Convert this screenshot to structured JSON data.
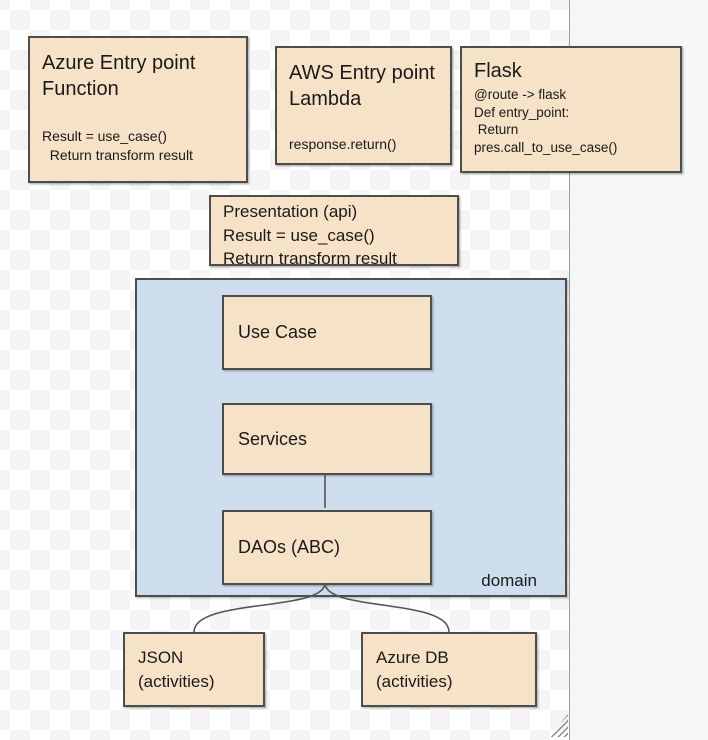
{
  "colors": {
    "node_fill": "#f6e2c6",
    "node_stroke": "#4d4d4d",
    "group_fill": "#cedeef",
    "edge": "#545454",
    "text": "#1a1a1a",
    "checker": "#f5f5f5",
    "panel": "#f5f6f7",
    "panel_line": "#9c9c9c"
  },
  "nodes": {
    "azure_entry": {
      "title": "Azure Entry point Function",
      "body": "Result = use_case()\n  Return transform result"
    },
    "aws_entry": {
      "title": "AWS Entry point Lambda",
      "body": "response.return()"
    },
    "flask": {
      "title": "Flask",
      "body": "@route -> flask\nDef entry_point:\n Return\npres.call_to_use_case()"
    },
    "presentation": {
      "body": "Presentation (api)\nResult = use_case()\nReturn transform result"
    },
    "use_case": {
      "label": "Use Case"
    },
    "services": {
      "label": "Services"
    },
    "daos": {
      "label": "DAOs (ABC)"
    },
    "json_store": {
      "label": "JSON\n(activities)"
    },
    "azure_db": {
      "label": "Azure DB\n(activities)"
    }
  },
  "group": {
    "label": "domain"
  }
}
